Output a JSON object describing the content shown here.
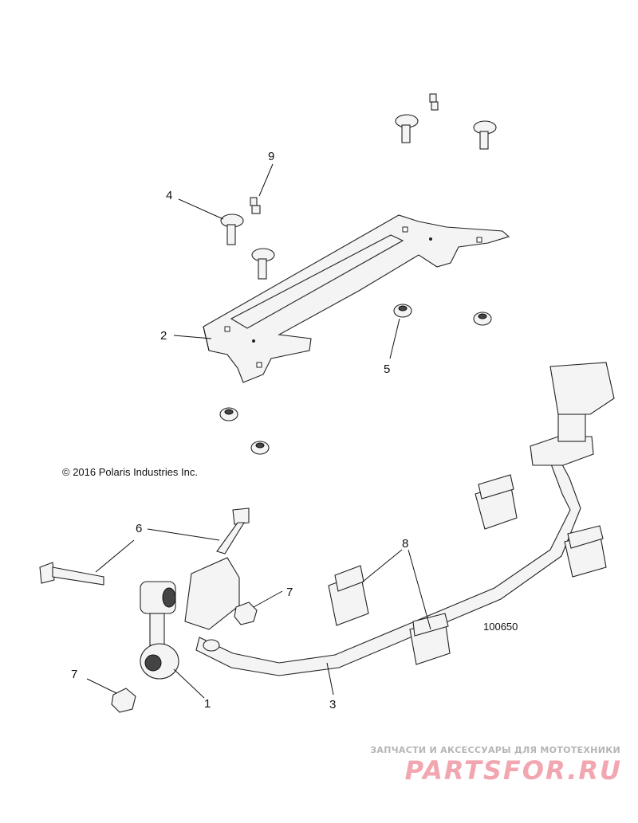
{
  "copyright": "© 2016 Polaris Industries Inc.",
  "figure_number": "100650",
  "callouts": [
    "1",
    "2",
    "3",
    "4",
    "5",
    "6",
    "7",
    "7",
    "8",
    "9"
  ],
  "watermark": {
    "tagline": "ЗАПЧАСТИ И АКСЕССУАРЫ ДЛЯ МОТОТЕХНИКИ",
    "logo": "PARTSFOR.RU"
  },
  "colors": {
    "line": "#222222",
    "part_fill": "#f4f4f4",
    "watermark_logo": "#f2a6b0",
    "watermark_text": "#b5b5b5"
  }
}
